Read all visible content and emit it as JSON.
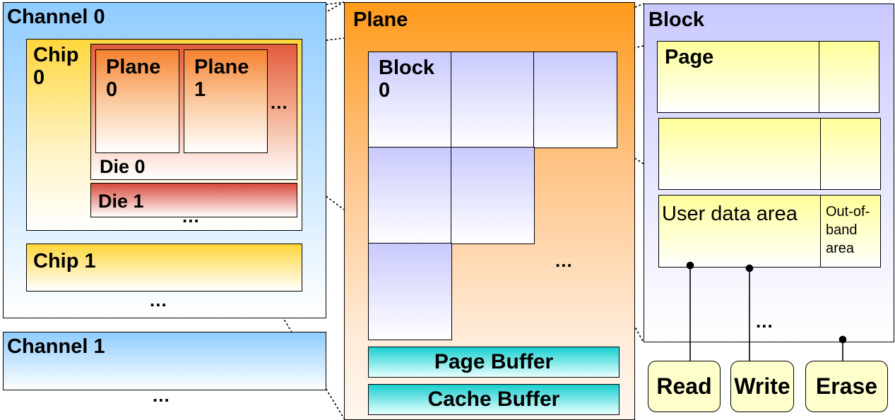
{
  "channels": {
    "channel0_title": "Channel 0",
    "channel1_title": "Channel 1",
    "channel0_more": "...",
    "channel1_more": "..."
  },
  "chips": {
    "chip0_title_line1": "Chip",
    "chip0_title_line2": "0",
    "chip1_title": "Chip 1",
    "die_more": "..."
  },
  "dies": {
    "die0_title": "Die 0",
    "die1_title": "Die 1",
    "plane_more": "..."
  },
  "mini_planes": [
    {
      "line1": "Plane",
      "line2": "0"
    },
    {
      "line1": "Plane",
      "line2": "1"
    }
  ],
  "plane": {
    "title": "Plane",
    "block0_line1": "Block",
    "block0_line2": "0",
    "block_more": "...",
    "page_buffer_label": "Page Buffer",
    "cache_buffer_label": "Cache Buffer"
  },
  "block": {
    "title": "Block",
    "page_label": "Page",
    "user_data_label": "User data area",
    "oob_line1": "Out-of-",
    "oob_line2": "band",
    "oob_line3": "area",
    "page_more": "..."
  },
  "operations": {
    "read_label": "Read",
    "write_label": "Write",
    "erase_label": "Erase"
  }
}
